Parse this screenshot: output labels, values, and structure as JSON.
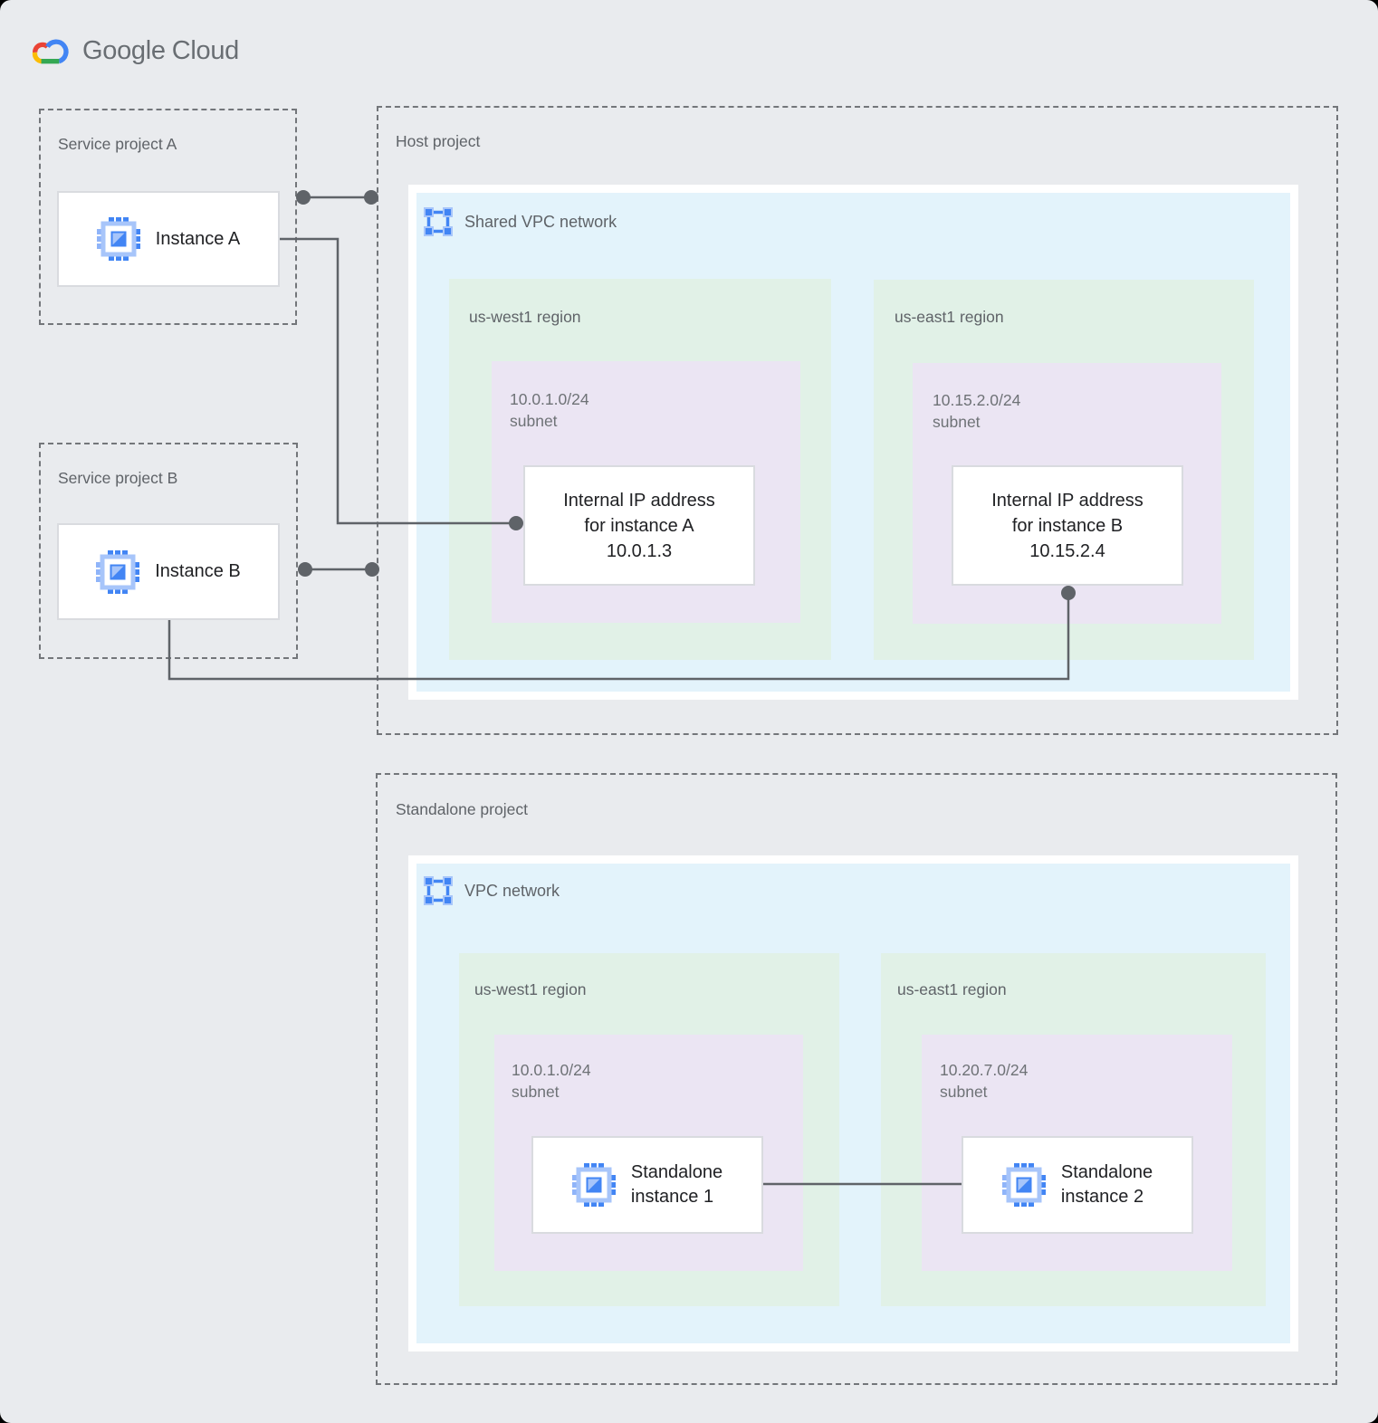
{
  "logo": {
    "brand_primary": "Google",
    "brand_secondary": "Cloud"
  },
  "service_project_a": {
    "title": "Service project A",
    "instance_label": "Instance A"
  },
  "service_project_b": {
    "title": "Service project B",
    "instance_label": "Instance B"
  },
  "host_project": {
    "title": "Host project",
    "network_label": "Shared VPC network",
    "regions": [
      {
        "title": "us-west1 region",
        "subnet_cidr": "10.0.1.0/24",
        "subnet_label": "subnet",
        "ip_box_lines": [
          "Internal IP address",
          "for instance A",
          "10.0.1.3"
        ]
      },
      {
        "title": "us-east1 region",
        "subnet_cidr": "10.15.2.0/24",
        "subnet_label": "subnet",
        "ip_box_lines": [
          "Internal IP address",
          "for instance B",
          "10.15.2.4"
        ]
      }
    ]
  },
  "standalone_project": {
    "title": "Standalone project",
    "network_label": "VPC network",
    "regions": [
      {
        "title": "us-west1 region",
        "subnet_cidr": "10.0.1.0/24",
        "subnet_label": "subnet",
        "instance_lines": [
          "Standalone",
          "instance 1"
        ]
      },
      {
        "title": "us-east1 region",
        "subnet_cidr": "10.20.7.0/24",
        "subnet_label": "subnet",
        "instance_lines": [
          "Standalone",
          "instance 2"
        ]
      }
    ]
  },
  "colors": {
    "canvas_bg": "#E9EBEE",
    "network_bg": "#E3F3FB",
    "region_bg": "#E1F1E7",
    "subnet_bg": "#EBE5F3",
    "connector": "#5F6368",
    "dashed_border": "#73767A",
    "icon_blue": "#4285F4",
    "icon_blue_light": "#A7C5FA",
    "logo_red": "#EA4335",
    "logo_yellow": "#FBBC05",
    "logo_green": "#34A853",
    "logo_blue": "#4285F4"
  }
}
